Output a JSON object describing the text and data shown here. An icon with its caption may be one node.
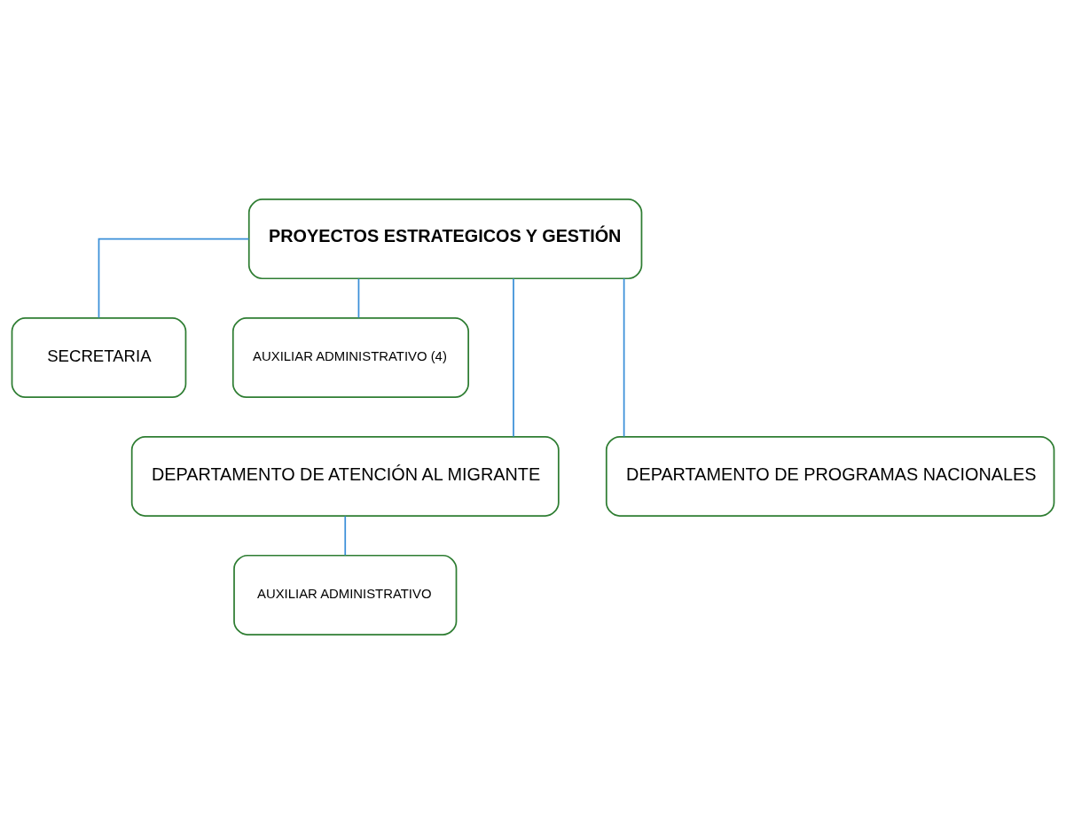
{
  "diagram": {
    "nodes": [
      {
        "text": [
          "PROYECTOS ESTRATEGICOS Y GESTIÓN"
        ]
      },
      {
        "text": [
          "SECRETARIA"
        ]
      },
      {
        "text": [
          "AUXILIAR ADMINISTRATIVO (4)"
        ]
      },
      {
        "text": [
          "DEPARTAMENTO DE ATENCIÓN AL MIGRANTE"
        ]
      },
      {
        "text": [
          "DEPARTAMENTO DE PROGRAMAS NACIONALES"
        ]
      },
      {
        "text": [
          "AUXILIAR ADMINISTRATIVO"
        ]
      }
    ],
    "edges": [
      {
        "from": 0,
        "to": 1,
        "arrow": "none"
      },
      {
        "from": 0,
        "to": 2,
        "arrow": "none"
      },
      {
        "from": 0,
        "to": 3,
        "arrow": "none"
      },
      {
        "from": 0,
        "to": 4,
        "arrow": "none"
      },
      {
        "from": 3,
        "to": 5,
        "arrow": "none"
      }
    ]
  }
}
